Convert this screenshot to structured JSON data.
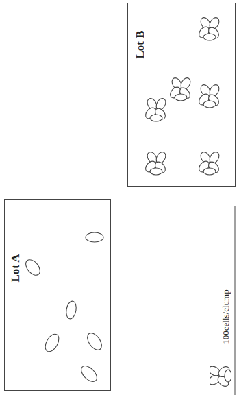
{
  "diagram": {
    "nodes": [
      {
        "text": [
          "Lot A"
        ]
      },
      {
        "text": [
          "Lot B"
        ]
      }
    ],
    "legend": [
      {
        "text": "100cells/clump"
      }
    ]
  }
}
